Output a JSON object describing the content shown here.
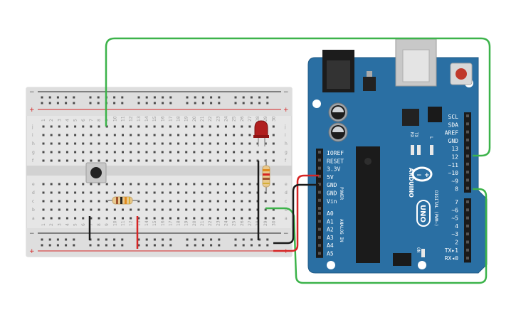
{
  "breadboard": {
    "columns": [
      "1",
      "2",
      "3",
      "4",
      "5",
      "6",
      "7",
      "8",
      "9",
      "10",
      "11",
      "12",
      "13",
      "14",
      "15",
      "16",
      "17",
      "18",
      "19",
      "20",
      "21",
      "22",
      "23",
      "24",
      "25",
      "26",
      "27",
      "28",
      "29",
      "30"
    ],
    "rows_top": [
      "j",
      "i",
      "h",
      "g",
      "f"
    ],
    "rows_bottom": [
      "e",
      "d",
      "c",
      "b",
      "a"
    ],
    "rail_minus": "−",
    "rail_plus": "+"
  },
  "arduino": {
    "name": "ARDUINO",
    "model": "UNO",
    "left_pins": [
      "IOREF",
      "RESET",
      "3.3V",
      "5V",
      "GND",
      "GND",
      "Vin"
    ],
    "analog_pins": [
      "A0",
      "A1",
      "A2",
      "A3",
      "A4",
      "A5"
    ],
    "power_label": "POWER",
    "analog_label": "ANALOG IN",
    "right_pins": [
      "SCL",
      "SDA",
      "AREF",
      "GND",
      "13",
      "12",
      "~11",
      "~10",
      "~9",
      "8",
      "7",
      "~6",
      "~5",
      "4",
      "~3",
      "2",
      "TX▸1",
      "RX◂0"
    ],
    "digital_label": "DIGITAL (PWM~)",
    "led_labels": [
      "TX",
      "RX",
      "L",
      "ON"
    ]
  },
  "colors": {
    "board": "#2a6fa3",
    "green_wire": "#3cb34a",
    "red_wire": "#d62424",
    "black_wire": "#1a1a1a",
    "rail_red": "#d62424"
  }
}
